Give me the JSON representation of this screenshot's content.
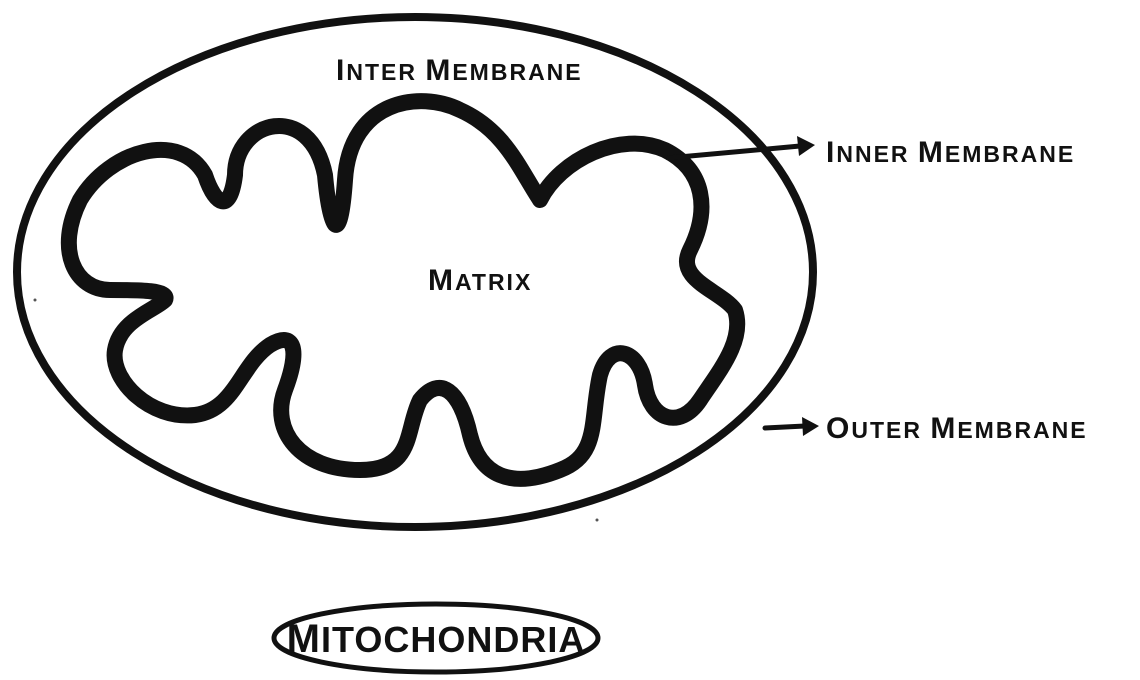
{
  "diagram": {
    "labels": {
      "inter_membrane": {
        "first": "I",
        "rest": "NTER ",
        "first2": "M",
        "rest2": "EMBRANE"
      },
      "matrix": {
        "first": "M",
        "rest": "ATRIX"
      },
      "inner_membrane": {
        "first": "I",
        "rest": "NNER ",
        "first2": "M",
        "rest2": "EMBRANE"
      },
      "outer_membrane": {
        "first": "O",
        "rest": "UTER ",
        "first2": "M",
        "rest2": "EMBRANE"
      }
    },
    "title": {
      "first": "M",
      "rest": "ITOCHONDRIA"
    },
    "colors": {
      "ink": "#111111",
      "background": "#ffffff"
    }
  }
}
